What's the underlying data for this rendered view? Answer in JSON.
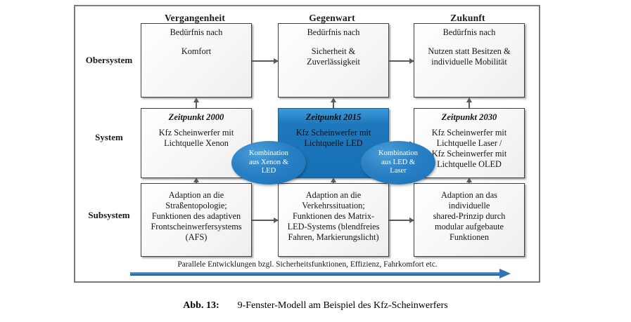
{
  "figure": {
    "caption_number": "Abb. 13:",
    "caption_text": "9-Fenster-Modell am Beispiel des Kfz-Scheinwerfers"
  },
  "diagram": {
    "column_headers": [
      "Vergangenheit",
      "Gegenwart",
      "Zukunft"
    ],
    "row_labels": [
      "Obersystem",
      "System",
      "Subsystem"
    ],
    "cells": {
      "obersystem": [
        {
          "line1": "Bedürfnis nach",
          "line2": "Komfort",
          "line3": ""
        },
        {
          "line1": "Bedürfnis nach",
          "line2": "Sicherheit &",
          "line3": "Zuverlässigkeit"
        },
        {
          "line1": "Bedürfnis nach",
          "line2": "Nutzen statt Besitzen &",
          "line3": "individuelle Mobilität"
        }
      ],
      "system": [
        {
          "title": "Zeitpunkt 2000",
          "line1": "Kfz Scheinwerfer mit",
          "line2": "Lichtquelle Xenon",
          "line3": "",
          "line4": "",
          "highlight": false
        },
        {
          "title": "Zeitpunkt 2015",
          "line1": "Kfz Scheinwerfer mit",
          "line2": "Lichtquelle LED",
          "line3": "",
          "line4": "",
          "highlight": true
        },
        {
          "title": "Zeitpunkt 2030",
          "line1": "Kfz Scheinwerfer mit",
          "line2": "Lichtquelle Laser /",
          "line3": "Kfz Scheinwerfer mit",
          "line4": "Lichtquelle OLED",
          "highlight": false
        }
      ],
      "subsystem": [
        {
          "line1": "Adaption an die",
          "line2": "Straßentopologie;",
          "line3": "Funktionen des adaptiven",
          "line4": "Frontscheinwerfersystems",
          "line5": "(AFS)"
        },
        {
          "line1": "Adaption an die",
          "line2": "Verkehrssituation;",
          "line3": "Funktionen des Matrix-",
          "line4": "LED-Systems (blendfreies",
          "line5": "Fahren, Markierungslicht)"
        },
        {
          "line1": "Adaption an das",
          "line2": "individuelle",
          "line3": "shared-Prinzip durch",
          "line4": "modular aufgebaute",
          "line5": "Funktionen"
        }
      ]
    },
    "combination_ellipses": [
      {
        "line1": "Kombination",
        "line2": "aus Xenon &",
        "line3": "LED"
      },
      {
        "line1": "Kombination",
        "line2": "aus LED &",
        "line3": "Laser"
      }
    ],
    "parallel_development": "Parallele Entwicklungen bzgl. Sicherheitsfunktionen, Effizienz, Fahrkomfort etc."
  },
  "colors": {
    "highlight_blue": "#1f78bd",
    "ellipse_blue": "#2a80c4",
    "arrow_blue": "#2e75b6",
    "box_border": "#404040",
    "frame_border": "#7a7a7a",
    "connector_gray": "#5a5a5a"
  }
}
